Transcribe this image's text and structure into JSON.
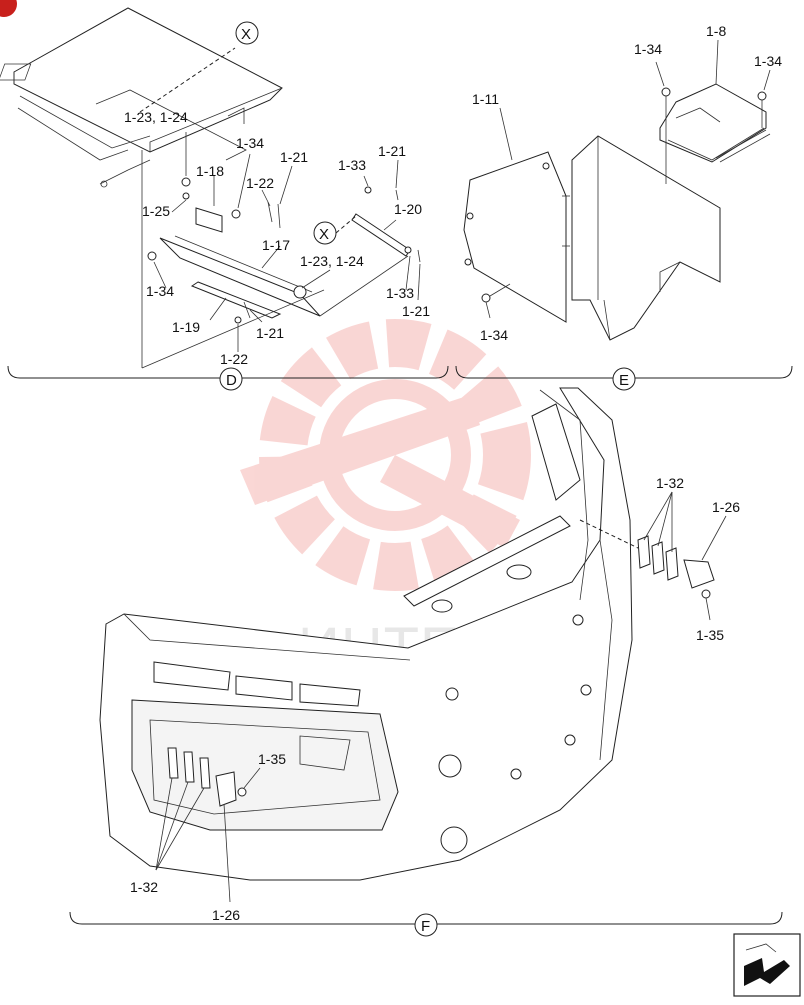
{
  "sections": [
    {
      "id": "D",
      "label": "D"
    },
    {
      "id": "E",
      "label": "E"
    },
    {
      "id": "F",
      "label": "F"
    }
  ],
  "markers": {
    "x1": "X",
    "x2": "X"
  },
  "watermark": {
    "text": "ИНТЕХ",
    "color": "#e8473f"
  },
  "labels": {
    "l_1_23_24_a": "1-23, 1-24",
    "l_1_18": "1-18",
    "l_1_25": "1-25",
    "l_1_34_a": "1-34",
    "l_1_22_a": "1-22",
    "l_1_21_a": "1-21",
    "l_1_17": "1-17",
    "l_1_34_b": "1-34",
    "l_1_19": "1-19",
    "l_1_21_b": "1-21",
    "l_1_22_b": "1-22",
    "l_1_33_a": "1-33",
    "l_1_21_c": "1-21",
    "l_1_20": "1-20",
    "l_1_23_24_b": "1-23, 1-24",
    "l_1_33_b": "1-33",
    "l_1_21_d": "1-21",
    "l_1_11": "1-11",
    "l_1_34_c": "1-34",
    "l_1_34_d": "1-34",
    "l_1_8": "1-8",
    "l_1_34_e": "1-34",
    "l_1_32_a": "1-32",
    "l_1_26_a": "1-26",
    "l_1_35_a": "1-35",
    "l_1_35_b": "1-35",
    "l_1_32_b": "1-32",
    "l_1_26_b": "1-26"
  }
}
